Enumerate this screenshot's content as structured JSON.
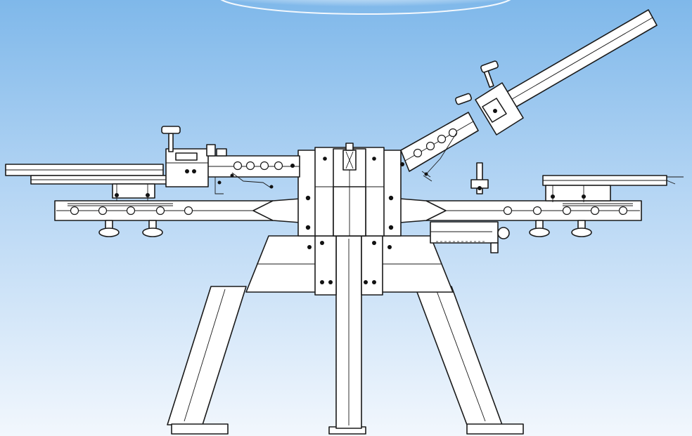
{
  "colors": {
    "background_top": "#7fb8ea",
    "background_bottom": "#f2f7fd",
    "line": "#1a1a1a",
    "fill": "#ffffff"
  },
  "parts": {
    "top_glow": "top-glow",
    "left_pallet": "left-pallet-platen",
    "right_pallet": "right-pallet-platen",
    "lower_rail": "lower-support-rail",
    "center_hub": "center-rotating-hub",
    "print_head_left": "left-print-head-arm",
    "print_head_raised": "raised-print-head-arm",
    "stand": "a-frame-stand",
    "center_post": "center-post",
    "left_leg": "left-leg",
    "right_leg": "right-leg"
  }
}
